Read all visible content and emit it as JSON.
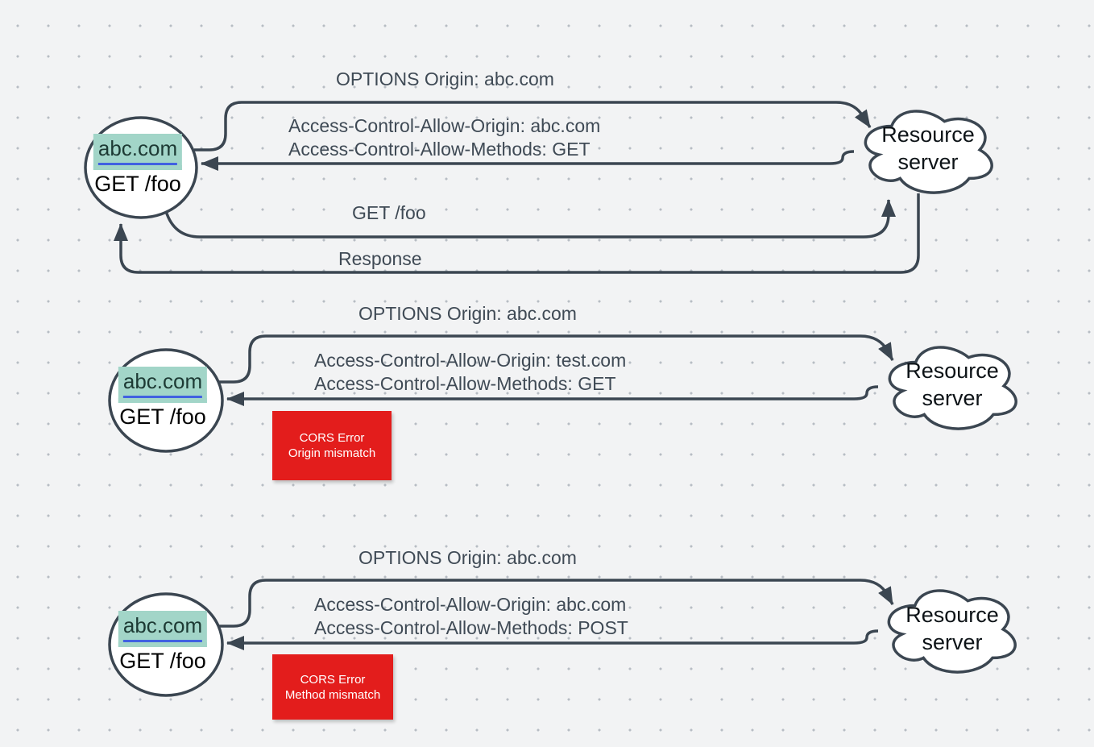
{
  "background": {
    "color": "#f2f3f4",
    "dot_color": "#b7bdc4"
  },
  "colors": {
    "stroke": "#3b4651",
    "message_text": "#3f4a55",
    "origin_highlight": "#a2d5c8",
    "origin_underline": "#4161e1",
    "error_background": "#e31d1c",
    "error_text": "#ffffff"
  },
  "flows": [
    {
      "client": {
        "origin": "abc.com",
        "request": "GET /foo"
      },
      "server": {
        "name_line1": "Resource",
        "name_line2": "server"
      },
      "preflight_request": "OPTIONS Origin: abc.com",
      "preflight_response_line1": "Access-Control-Allow-Origin: abc.com",
      "preflight_response_line2": "Access-Control-Allow-Methods: GET",
      "main_request": "GET /foo",
      "main_response": "Response"
    },
    {
      "client": {
        "origin": "abc.com",
        "request": "GET /foo"
      },
      "server": {
        "name_line1": "Resource",
        "name_line2": "server"
      },
      "preflight_request": "OPTIONS Origin: abc.com",
      "preflight_response_line1": "Access-Control-Allow-Origin: test.com",
      "preflight_response_line2": "Access-Control-Allow-Methods: GET",
      "error": {
        "line1": "CORS Error",
        "line2": "Origin mismatch"
      }
    },
    {
      "client": {
        "origin": "abc.com",
        "request": "GET /foo"
      },
      "server": {
        "name_line1": "Resource",
        "name_line2": "server"
      },
      "preflight_request": "OPTIONS Origin: abc.com",
      "preflight_response_line1": "Access-Control-Allow-Origin: abc.com",
      "preflight_response_line2": "Access-Control-Allow-Methods: POST",
      "error": {
        "line1": "CORS Error",
        "line2": "Method mismatch"
      }
    }
  ]
}
